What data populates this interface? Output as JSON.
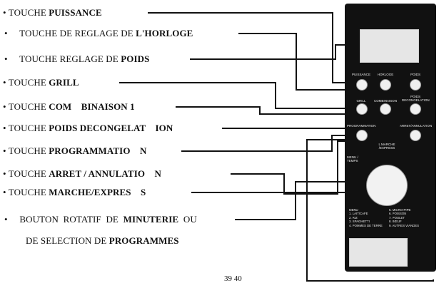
{
  "labels": [
    {
      "plain": "TOUCHE ",
      "bold": "PUISSANCE"
    },
    {
      "plain": "TOUCHE DE REGLAGE DE ",
      "bold": "L'HORLOGE"
    },
    {
      "plain": "TOUCHE REGLAGE DE ",
      "bold": "POIDS"
    },
    {
      "plain": "TOUCHE ",
      "bold": "GRILL"
    },
    {
      "plain": "TOUCHE ",
      "bold": "COM    BINAISON 1"
    },
    {
      "plain": "TOUCHE ",
      "bold": "POIDS DECONGELAT    ION"
    },
    {
      "plain": "TOUCHE ",
      "bold": "PROGRAMMATIO    N"
    },
    {
      "plain": "TOUCHE ",
      "bold": "ARRET / ANNULATIO    N"
    },
    {
      "plain": "TOUCHE ",
      "bold": "MARCHE/EXPRES    S"
    },
    {
      "plain": "BOUTON  ROTATIF  DE  ",
      "bold": "MINUTERIE",
      "plain2": "  OU"
    },
    {
      "plain": "DE SELECTION DE ",
      "bold": "PROGRAMMES"
    }
  ],
  "panel": {
    "buttons_row1": [
      "PUISSANCE",
      "HORLOGE",
      "POIDS"
    ],
    "buttons_row2": [
      "GRILL",
      "COMBINAISON",
      "POIDS\nDECONGELATION"
    ],
    "buttons_row3": [
      "PROGRAMMATION",
      "ARRET/ANNULATION"
    ],
    "marche_label": "L MARCHE\n/EXPRESS",
    "menu_temps": "MENU /\nTEMPS",
    "menu_left": "MENU\n1. LAIT/CAFE\n2. RIZ\n3. SPAGHETTI\n4. POMMES DE TERRE",
    "menu_right": "5. MICRO-PIPE\n6. POISSON\n7. POULET\n8. BŒUF\n9. AUTRES VIANDES"
  },
  "page_number": "39 40"
}
